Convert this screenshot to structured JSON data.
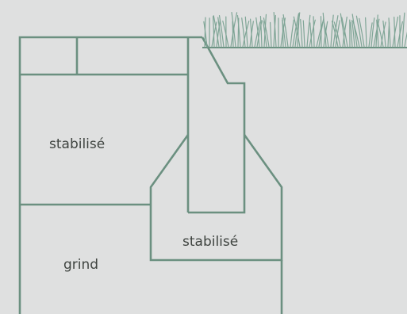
{
  "labels": {
    "stabilise_upper": "stabilisé",
    "stabilise_lower": "stabilisé",
    "grind": "grind"
  },
  "colors": {
    "background": "#dfe0e0",
    "outline": "#6b9080",
    "grass": "#7fa596",
    "text": "#3f4440"
  }
}
